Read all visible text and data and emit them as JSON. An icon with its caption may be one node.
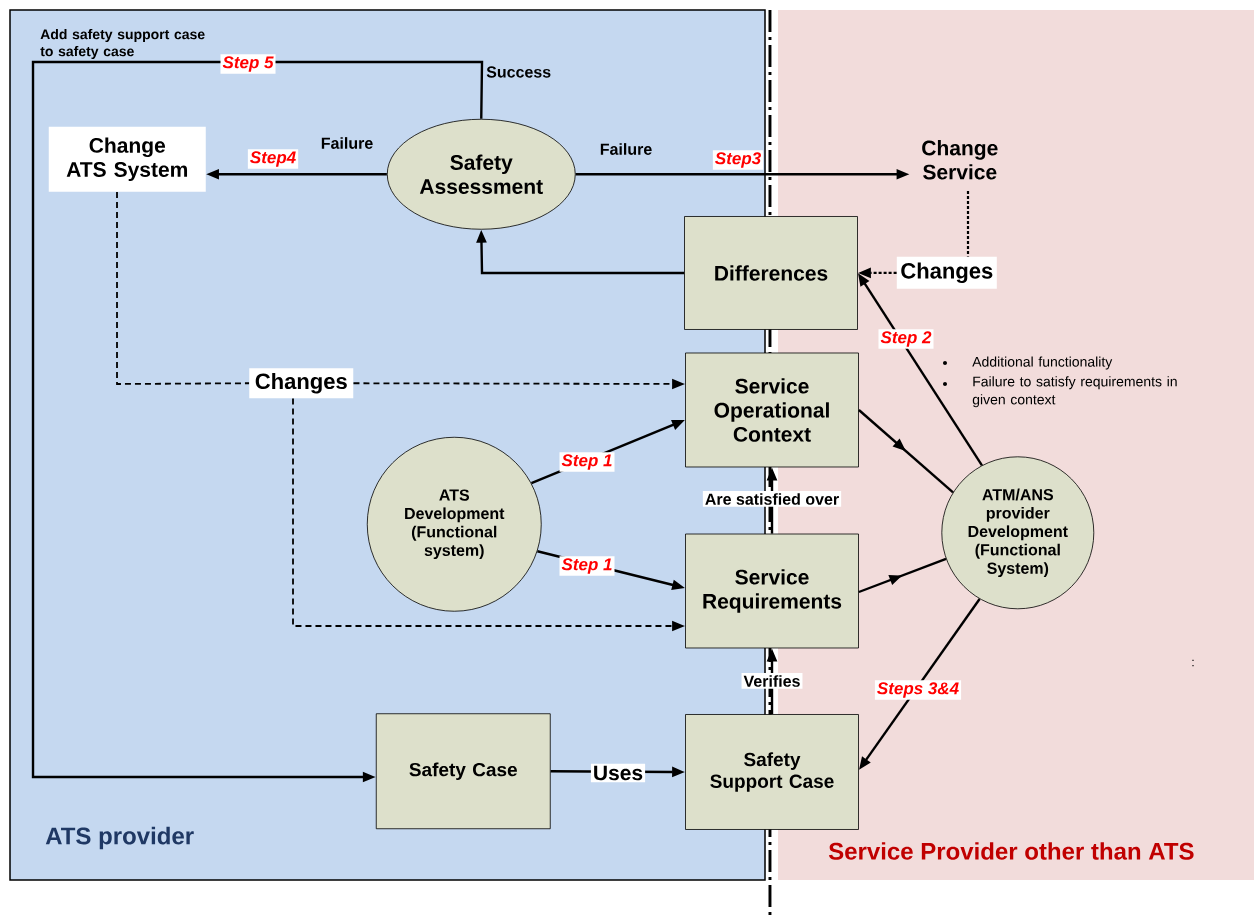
{
  "diagram": {
    "nodes": [
      {
        "text": [
          "ATS provider"
        ]
      },
      {
        "text": [
          "Service Provider other than ATS"
        ]
      },
      {
        "text": [
          "Safety Assessment"
        ],
        "in": 0
      },
      {
        "text": [
          "Change ATS System"
        ],
        "in": 0
      },
      {
        "text": [
          "Change Service"
        ],
        "in": 1
      },
      {
        "text": [
          "Differences"
        ]
      },
      {
        "text": [
          "Changes"
        ],
        "in": 1
      },
      {
        "text": [
          "Changes"
        ],
        "in": 0
      },
      {
        "text": [
          "Service Operational Context"
        ]
      },
      {
        "text": [
          "ATS Development (Functional system)"
        ],
        "in": 0
      },
      {
        "text": [
          "Service Requirements"
        ]
      },
      {
        "text": [
          "ATM/ANS provider Development (Functional System)"
        ],
        "in": 1
      },
      {
        "text": [
          "Safety Case"
        ],
        "in": 0
      },
      {
        "text": [
          "Safety Support Case"
        ]
      }
    ],
    "edges": [
      {
        "from": 2,
        "to": 12,
        "arrow": "to",
        "label": "Step 5"
      },
      {
        "from": 2,
        "to": 3,
        "arrow": "to",
        "label": "Step4"
      },
      {
        "from": 2,
        "to": 4,
        "arrow": "to",
        "label": "Step3"
      },
      {
        "from": 5,
        "to": 2,
        "arrow": "to"
      },
      {
        "from": 4,
        "to": 6,
        "arrow": "none",
        "style": "dashed"
      },
      {
        "from": 6,
        "to": 5,
        "arrow": "to",
        "style": "dashed"
      },
      {
        "from": 3,
        "to": 7,
        "arrow": "none",
        "style": "dashed"
      },
      {
        "from": 7,
        "to": 8,
        "arrow": "to",
        "style": "dashed"
      },
      {
        "from": 7,
        "to": 10,
        "arrow": "to",
        "style": "dashed"
      },
      {
        "from": 9,
        "to": 8,
        "arrow": "to",
        "label": "Step 1"
      },
      {
        "from": 9,
        "to": 10,
        "arrow": "to",
        "label": "Step 1"
      },
      {
        "from": 10,
        "to": 8,
        "arrow": "to",
        "label": "Are satisfied over"
      },
      {
        "from": 13,
        "to": 10,
        "arrow": "to",
        "label": "Verifies"
      },
      {
        "from": 12,
        "to": 13,
        "arrow": "to",
        "label": "Uses"
      },
      {
        "from": 8,
        "to": 11,
        "arrow": "to"
      },
      {
        "from": 10,
        "to": 11,
        "arrow": "to"
      },
      {
        "from": 11,
        "to": 5,
        "arrow": "to",
        "label": "Step 2"
      },
      {
        "from": 11,
        "to": 13,
        "arrow": "to",
        "label": "Steps 3&4"
      }
    ],
    "labels": [
      "Add safety support case to safety case",
      "Success",
      "Failure",
      "Failure",
      "Additional functionality",
      "Failure to satisfy requirements in given context",
      ":"
    ]
  }
}
